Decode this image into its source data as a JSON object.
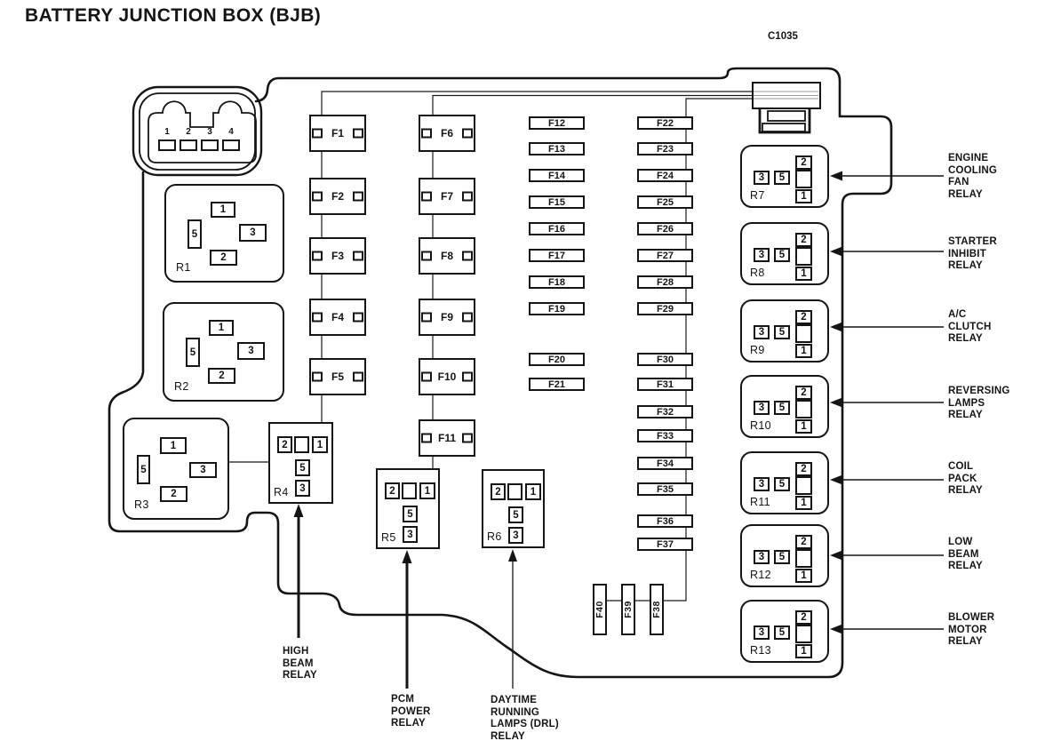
{
  "title": "BATTERY JUNCTION BOX (BJB)",
  "diagram_code": "C1035",
  "bjb_connector": {
    "pins": [
      "1",
      "2",
      "3",
      "4"
    ]
  },
  "fuses": {
    "column1": [
      "F1",
      "F2",
      "F3",
      "F4",
      "F5"
    ],
    "column2": [
      "F6",
      "F7",
      "F8",
      "F9",
      "F10",
      "F11"
    ],
    "column3": [
      "F12",
      "F13",
      "F14",
      "F15",
      "F16",
      "F17",
      "F18",
      "F19",
      "F20",
      "F21"
    ],
    "column4": [
      "F22",
      "F23",
      "F24",
      "F25",
      "F26",
      "F27",
      "F28",
      "F29",
      "F30",
      "F31",
      "F32",
      "F33",
      "F34",
      "F35",
      "F36",
      "F37"
    ],
    "bottom_row": [
      "F40",
      "F39",
      "F38"
    ]
  },
  "relays": {
    "socket_type_a": [
      {
        "id": "R1",
        "pins": [
          "1",
          "5",
          "3",
          "2"
        ]
      },
      {
        "id": "R2",
        "pins": [
          "1",
          "5",
          "3",
          "2"
        ]
      },
      {
        "id": "R3",
        "pins": [
          "1",
          "5",
          "3",
          "2"
        ]
      }
    ],
    "socket_type_b": [
      {
        "id": "R4",
        "pins": [
          "2",
          "",
          "1",
          "5",
          "3"
        ],
        "callout": "HIGH BEAM RELAY",
        "callout_lines": [
          "HIGH",
          "BEAM",
          "RELAY"
        ]
      },
      {
        "id": "R5",
        "pins": [
          "2",
          "",
          "1",
          "5",
          "3"
        ],
        "callout": "PCM POWER RELAY",
        "callout_lines": [
          "PCM",
          "POWER",
          "RELAY"
        ]
      },
      {
        "id": "R6",
        "pins": [
          "2",
          "",
          "1",
          "5",
          "3"
        ],
        "callout": "DAYTIME RUNNING LAMPS (DRL) RELAY",
        "callout_lines": [
          "DAYTIME",
          "RUNNING",
          "LAMPS (DRL)",
          "RELAY"
        ]
      }
    ],
    "socket_type_c": [
      {
        "id": "R7",
        "pins": [
          "2",
          "3",
          "5",
          "",
          "1"
        ],
        "callout": "ENGINE COOLING FAN RELAY",
        "callout_lines": [
          "ENGINE",
          "COOLING",
          "FAN",
          "RELAY"
        ]
      },
      {
        "id": "R8",
        "pins": [
          "2",
          "3",
          "5",
          "",
          "1"
        ],
        "callout": "STARTER INHIBIT RELAY",
        "callout_lines": [
          "STARTER",
          "INHIBIT",
          "RELAY"
        ]
      },
      {
        "id": "R9",
        "pins": [
          "2",
          "3",
          "5",
          "",
          "1"
        ],
        "callout": "A/C CLUTCH RELAY",
        "callout_lines": [
          "A/C",
          "CLUTCH",
          "RELAY"
        ]
      },
      {
        "id": "R10",
        "pins": [
          "2",
          "3",
          "5",
          "",
          "1"
        ],
        "callout": "REVERSING LAMPS RELAY",
        "callout_lines": [
          "REVERSING",
          "LAMPS",
          "RELAY"
        ]
      },
      {
        "id": "R11",
        "pins": [
          "2",
          "3",
          "5",
          "",
          "1"
        ],
        "callout": "COIL PACK RELAY",
        "callout_lines": [
          "COIL",
          "PACK",
          "RELAY"
        ]
      },
      {
        "id": "R12",
        "pins": [
          "2",
          "3",
          "5",
          "",
          "1"
        ],
        "callout": "LOW BEAM RELAY",
        "callout_lines": [
          "LOW",
          "BEAM",
          "RELAY"
        ]
      },
      {
        "id": "R13",
        "pins": [
          "2",
          "3",
          "5",
          "",
          "1"
        ],
        "callout": "BLOWER MOTOR RELAY",
        "callout_lines": [
          "BLOWER",
          "MOTOR",
          "RELAY"
        ]
      }
    ]
  },
  "colors": {
    "line": "#151515",
    "background": "#ffffff"
  }
}
